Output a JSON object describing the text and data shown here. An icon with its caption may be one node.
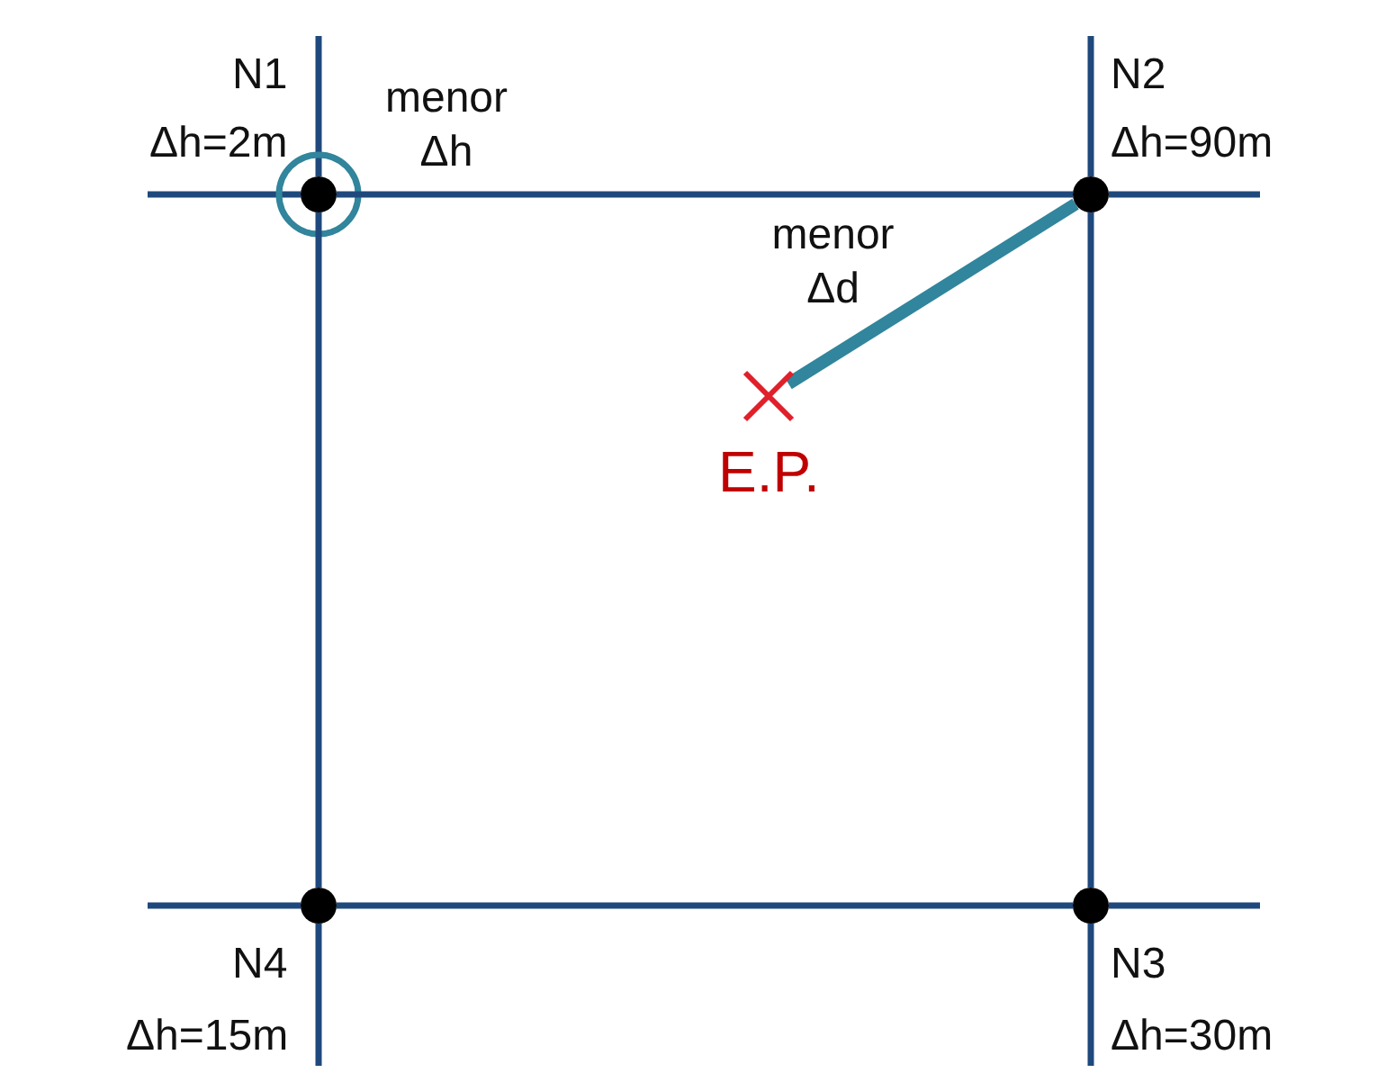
{
  "diagram": {
    "nodes": [
      {
        "text": [],
        "shape": "circle",
        "beside": [
          "N1",
          "Δh=2m"
        ]
      },
      {
        "text": [],
        "shape": "circle",
        "beside": [
          "N2",
          "Δh=90m"
        ]
      },
      {
        "text": [],
        "shape": "circle",
        "beside": [
          "N3",
          "Δh=30m"
        ]
      },
      {
        "text": [],
        "shape": "circle",
        "beside": [
          "N4",
          "Δh=15m"
        ]
      },
      {
        "text": [],
        "shape": "cross",
        "beside": [
          "E.P."
        ]
      }
    ],
    "edges": [
      {
        "from": 0,
        "to": 1,
        "arrow": "none"
      },
      {
        "from": 1,
        "to": 2,
        "arrow": "none"
      },
      {
        "from": 2,
        "to": 3,
        "arrow": "none"
      },
      {
        "from": 3,
        "to": 0,
        "arrow": "none"
      },
      {
        "from": 1,
        "to": 4,
        "arrow": "none",
        "label": "menor Δd",
        "style": "thick",
        "color": "#31859c"
      }
    ],
    "labels": [
      "menor Δh"
    ]
  }
}
